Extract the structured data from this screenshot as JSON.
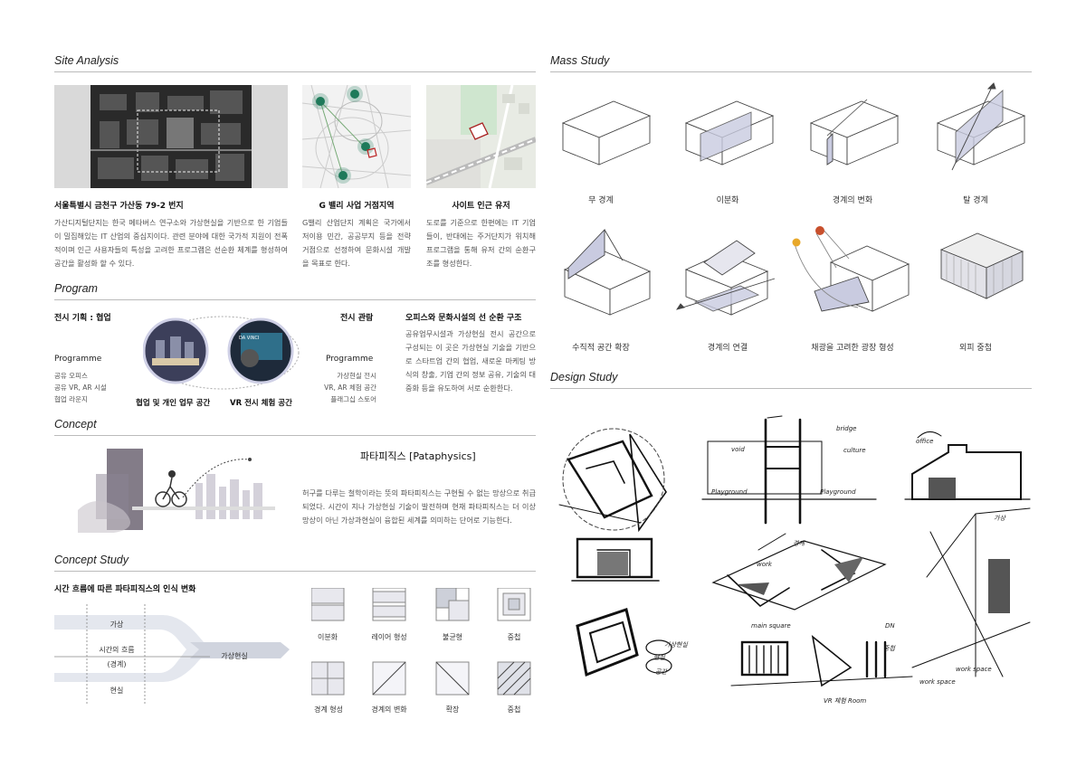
{
  "sections": {
    "site_analysis": "Site Analysis",
    "program": "Program",
    "concept": "Concept",
    "concept_study": "Concept Study",
    "mass_study": "Mass Study",
    "design_study": "Design Study"
  },
  "site": {
    "cap1": "서울특별시 금천구 가산동 79-2 번지",
    "cap2": "G 밸리 사업 거점지역",
    "cap3": "사이트 인근 유저",
    "para1": "가산디지털단지는 한국 메타버스 연구소와 가상현실을 기반으로 한 기업들이 밀집해있는 IT 산업의 중심지이다. 관련 분야에 대한 국가적 지원이 전폭적이며 인근 사용자들의 특성을 고려한 프로그램은 선순환 체계를 형성하여 공간을 활성화 할 수 있다.",
    "para2": "G밸리 산업단지 계획은 국가에서 저이용 민간, 공공부지 등을 전략 거점으로 선정하여 문화시설 개발을 목표로 한다.",
    "para3": "도로를 기준으로 한편에는 IT 기업들이, 반대에는 주거단지가 위치해 프로그램을 통해 유저 간의 순환구조를 형성한다."
  },
  "program": {
    "left_title": "전시 기획 : 협업",
    "left_prog": "Programme",
    "left_items": [
      "공유 오피스",
      "공유 VR, AR 시설",
      "협업 라운지"
    ],
    "circle1": "협업 및 개인 업무 공간",
    "circle2": "VR 전시 체험 공간",
    "right_title": "전시 관람",
    "right_prog": "Programme",
    "right_items": [
      "가상현실 전시",
      "VR, AR 체험 공간",
      "플래그십 스토어"
    ],
    "circ_title": "오피스와 문화시설의 선 순환 구조",
    "circ_para": "공유업무시설과 가상현실 전시 공간으로 구성되는 이 곳은 가상현실 기술을 기반으로 스타트업 간의 협업, 새로운 마케팅 방식의 창출, 기업 간의 정보 공유, 기술의 대중화 등을 유도하여 서로 순환한다.",
    "vr_sign": "DA VINCI"
  },
  "concept": {
    "title": "파타피직스 [Pataphysics]",
    "para": "허구를 다루는 철학이라는 뜻의 파타피직스는 구현될 수 없는 망상으로 취급되었다. 시간이 지나 가상현실 기술이 발전하며 현재 파타피직스는 더 이상 망상이 아닌 가상과현실이 융합된 세계를 의미하는 단어로 기능한다."
  },
  "concept_study": {
    "subtitle": "시간 흐름에 따른 파타피직스의 인식 변화",
    "virtual": "가상",
    "time_flow": "시간의 흐름",
    "boundary": "(경계)",
    "reality": "현실",
    "vr_merge": "가상현실",
    "diagrams": [
      "이분화",
      "레이어 형성",
      "불균형",
      "중첩",
      "경계 형성",
      "경계의 변화",
      "확장",
      "중첩"
    ]
  },
  "mass": {
    "labels": [
      "무 경계",
      "이분화",
      "경계의 변화",
      "탈 경계",
      "수직적 공간 확장",
      "경계의 연결",
      "채광을 고려한 광장 형성",
      "외피 중첩"
    ]
  },
  "sketch_notes": [
    "bridge",
    "void",
    "culture",
    "Playground",
    "Playground",
    "work",
    "DN",
    "work space",
    "VR 체험 Room",
    "main square",
    "경계",
    "가상현실",
    "현실",
    "공간",
    "중첩",
    "office",
    "가상",
    "work space"
  ]
}
